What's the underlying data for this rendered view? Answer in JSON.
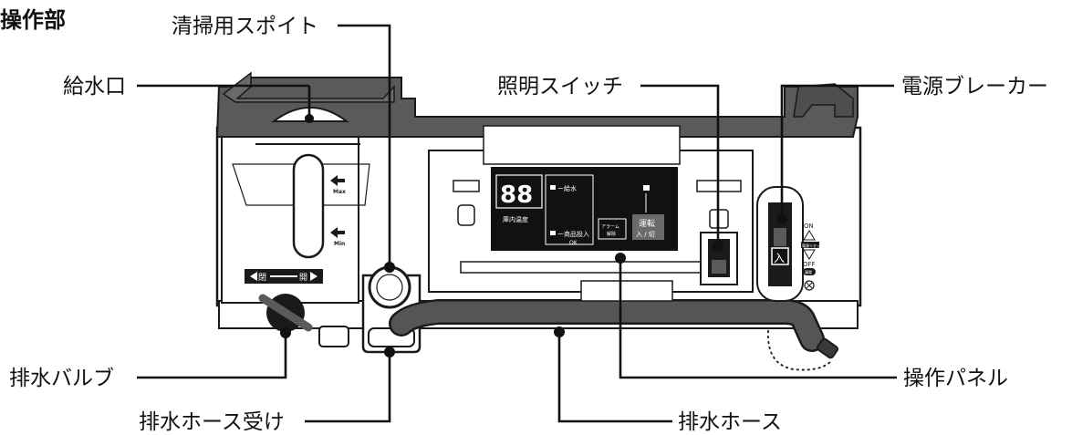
{
  "heading": "操作部",
  "callouts": {
    "water_inlet": "給水口",
    "cleaning_dropper": "清掃用スポイト",
    "light_switch": "照明スイッチ",
    "power_breaker": "電源ブレーカー",
    "drain_valve": "排水バルブ",
    "drain_hose_holder": "排水ホース受け",
    "drain_hose": "排水ホース",
    "control_panel": "操作パネル"
  },
  "tank": {
    "max_label": "Max",
    "min_label": "Min",
    "valve_close": "閉",
    "valve_open": "開"
  },
  "panel": {
    "temp_display": "88",
    "temp_caption": "庫内温度",
    "water_supply_label": "ー給水",
    "product_insert_label": "ー商品投入",
    "ok_label": "OK",
    "alarm_line1": "アラーム",
    "alarm_line2": "解除",
    "run_line1": "運転",
    "run_line2": "入 / 切"
  },
  "breaker": {
    "on_label": "ON",
    "off_label": "OFF",
    "on_button": "入",
    "reset_label": "電源リセット",
    "mark_label": "漏電"
  },
  "colors": {
    "housing_dark": "#5a5a5a",
    "outline": "#1a1a1a",
    "panel_black": "#111111",
    "hose": "#555555",
    "white": "#ffffff"
  }
}
